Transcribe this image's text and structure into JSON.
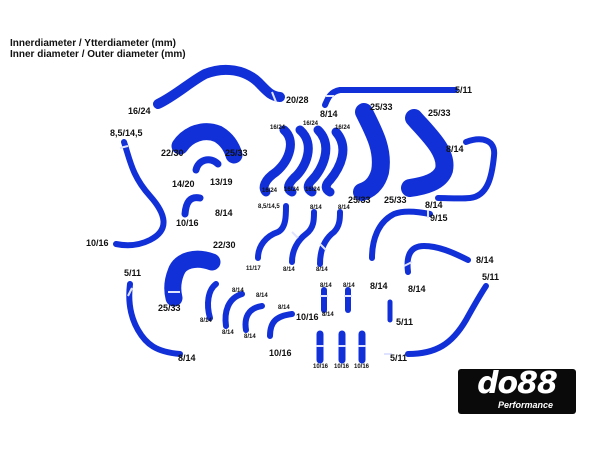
{
  "header": {
    "line1": "Innerdiameter / Ytterdiameter (mm)",
    "line2": "Inner diameter / Outer diameter (mm)"
  },
  "labels": {
    "l_16_24_top": "16/24",
    "l_20_28": "20/28",
    "l_5_11_top": "5/11",
    "l_8_14_top": "8/14",
    "l_25_33_a": "25/33",
    "l_25_33_b": "25/33",
    "l_8_5_14_5": "8,5/14,5",
    "l_22_30_a": "22/30",
    "l_25_33_c": "25/33",
    "l_14_20": "14/20",
    "l_13_19": "13/19",
    "l_8_14_right": "8/14",
    "l_10_16_a": "10/16",
    "l_8_14_b": "8/14",
    "l_25_33_d": "25/33",
    "l_25_33_e": "25/33",
    "l_8_14_c": "8/14",
    "l_9_15": "9/15",
    "l_10_16_left": "10/16",
    "l_22_30_b": "22/30",
    "l_5_11_left": "5/11",
    "l_25_33_f": "25/33",
    "l_8_14_d": "8/14",
    "l_8_14_e": "8/14",
    "l_5_11_right": "5/11",
    "l_8_14_f": "8/14",
    "l_10_16_b": "10/16",
    "l_10_16_c": "10/16",
    "l_5_11_mid": "5/11",
    "l_5_11_bottom": "5/11",
    "l_8_14_bottom_left": "8/14",
    "s_16_24_1": "16/24",
    "s_16_24_2": "16/24",
    "s_16_24_3": "16/24",
    "s_16_24_4": "16/24",
    "s_16_24_5": "16/24",
    "s_16_24_6": "16/24",
    "s_8_5_14_5": "8,5/14,5",
    "s_8_14_1": "8/14",
    "s_8_14_2": "8/14",
    "s_11_17": "11/17",
    "s_8_14_3": "8/14",
    "s_8_14_4": "8/14",
    "s_8_14_5": "8/14",
    "s_8_14_6": "8/14",
    "s_8_14_7": "8/14",
    "s_8_14_8": "8/14",
    "s_8_14_9": "8/14",
    "s_8_14_10": "8/14",
    "s_8_14_11": "8/14",
    "s_8_14_12": "8/14",
    "s_8_14_13": "8/14",
    "s_10_16_1": "10/16",
    "s_10_16_2": "10/16",
    "s_10_16_3": "10/16"
  },
  "logo": {
    "main": "do88",
    "sub": "Performance"
  },
  "colors": {
    "hose": "#1230d8",
    "background": "#ffffff",
    "logo_bg": "#0a0a0a"
  }
}
